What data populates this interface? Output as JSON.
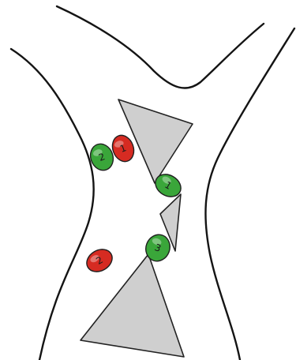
{
  "colors": {
    "background": "#ffffff",
    "wall": "#141414",
    "obstacle_fill": "#cfcfcf",
    "green_marker": "#3aa63a",
    "red_marker": "#d62b22"
  },
  "markers": [
    {
      "id": "green-2",
      "color": "green",
      "label": "2"
    },
    {
      "id": "red-1",
      "color": "red",
      "label": "1"
    },
    {
      "id": "green-1",
      "color": "green",
      "label": "1"
    },
    {
      "id": "green-3",
      "color": "green",
      "label": "3"
    },
    {
      "id": "red-2",
      "color": "red",
      "label": "2"
    }
  ]
}
